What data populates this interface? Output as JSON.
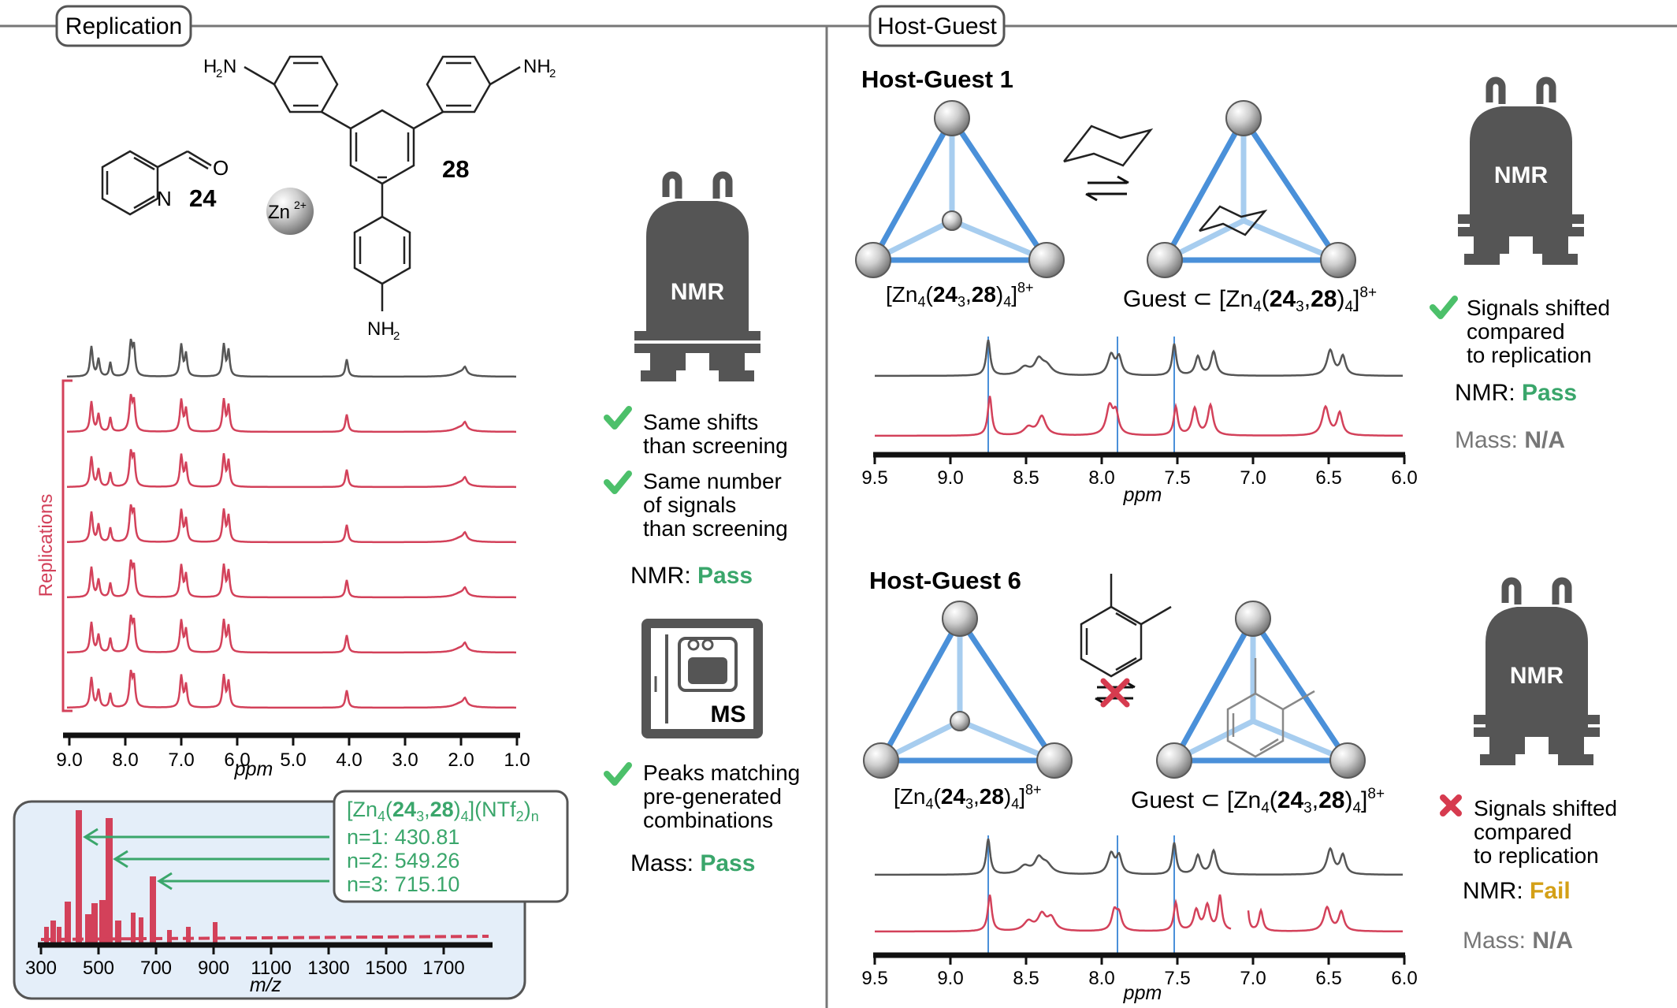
{
  "sections": {
    "replication": "Replication",
    "host_guest": "Host-Guest"
  },
  "replication": {
    "compound_24": "24",
    "compound_28": "28",
    "zn_ion": "Zn",
    "zn_charge": "2+",
    "amine_h2n": "H",
    "amine_sub2": "2",
    "amine_n": "N",
    "amine_nh": "NH",
    "aldehyde_o": "O",
    "pyridine_n": "N",
    "side_label": "Replications",
    "nmr_axis_label": "ppm",
    "nmr_ticks": [
      "9.0",
      "8.0",
      "7.0",
      "6.0",
      "5.0",
      "4.0",
      "3.0",
      "2.0",
      "1.0"
    ],
    "ms_axis_label": "m/z",
    "ms_ticks": [
      "300",
      "500",
      "700",
      "900",
      "1100",
      "1300",
      "1500",
      "1700"
    ],
    "ms_formula": {
      "prefix": "[Zn",
      "sub4": "4",
      "paren": "(",
      "b24": "24",
      "sub3": "3",
      "comma": ",",
      "b28": "28",
      "close": ")",
      "sub4b": "4",
      "ntf": "](NTf",
      "sub2": "2",
      "end": ")",
      "subn": "n"
    },
    "ms_peaks": [
      "n=1: 430.81",
      "n=2: 549.26",
      "n=3: 715.10"
    ]
  },
  "checklist": {
    "nmr_instrument": "NMR",
    "item1": [
      "Same shifts",
      "than screening"
    ],
    "item2": [
      "Same number",
      "of signals",
      "than screening"
    ],
    "nmr_result_label": "NMR: ",
    "nmr_result_value": "Pass",
    "ms_instrument": "MS",
    "item3": [
      "Peaks matching",
      "pre-generated",
      "combinations"
    ],
    "mass_result_label": "Mass: ",
    "mass_result_value": "Pass"
  },
  "hg1": {
    "title": "Host-Guest 1",
    "cage_label": {
      "a": "[Zn",
      "s4": "4",
      "b": "(",
      "c": "24",
      "s3": "3",
      "d": ",",
      "e": "28",
      "f": ")",
      "s4b": "4",
      "g": "]",
      "sup": "8+"
    },
    "guest_prefix": "Guest ⊂ ",
    "nmr_axis_label": "ppm",
    "nmr_ticks": [
      "9.5",
      "9.0",
      "8.5",
      "8.0",
      "7.5",
      "7.0",
      "6.5",
      "6.0"
    ],
    "nmr_instrument": "NMR",
    "result": [
      "Signals shifted",
      "compared",
      "to replication"
    ],
    "nmr_label": "NMR: ",
    "nmr_value": "Pass",
    "mass_label": "Mass: ",
    "mass_value": "N/A"
  },
  "hg6": {
    "title": "Host-Guest 6",
    "guest_prefix": "Guest ⊂ ",
    "nmr_axis_label": "ppm",
    "nmr_ticks": [
      "9.5",
      "9.0",
      "8.5",
      "8.0",
      "7.5",
      "7.0",
      "6.5",
      "6.0"
    ],
    "nmr_instrument": "NMR",
    "result": [
      "Signals shifted",
      "compared",
      "to replication"
    ],
    "nmr_label": "NMR: ",
    "nmr_value": "Fail",
    "mass_label": "Mass: ",
    "mass_value": "N/A"
  },
  "colors": {
    "pass": "#3aa66b",
    "fail": "#d4a017",
    "na": "#777777",
    "check": "#4cc06a",
    "cross": "#d63b4f",
    "spectrum_grey": "#555555",
    "spectrum_red": "#d3415a",
    "cage_edge": "#4a90d9",
    "cage_edge_light": "#a7cdef",
    "ms_panel": "#e4eef9"
  }
}
